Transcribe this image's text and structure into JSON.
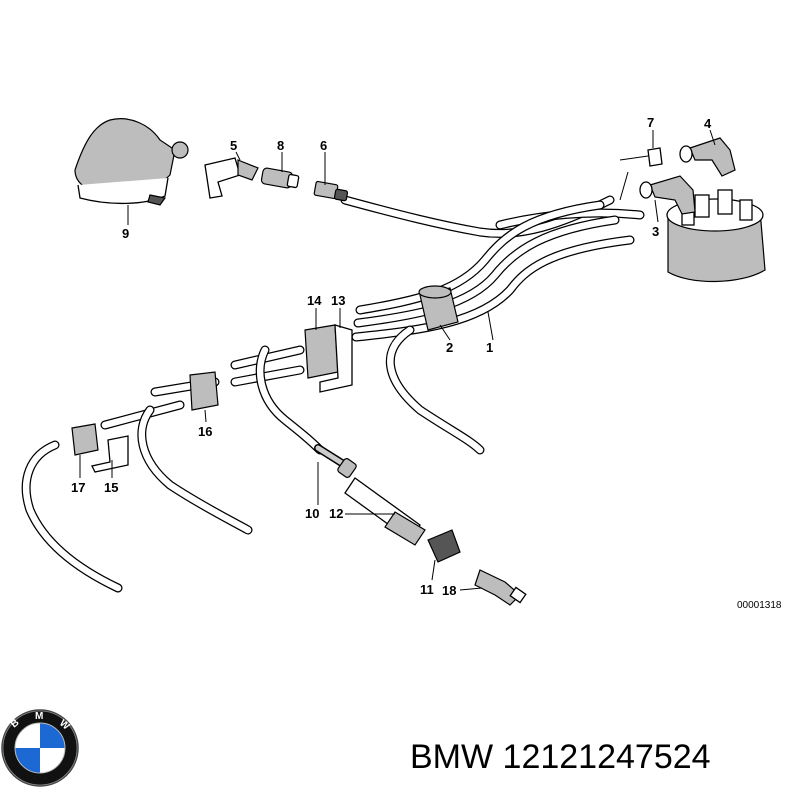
{
  "diagram": {
    "reference_code": "00001318",
    "callouts": [
      "1",
      "2",
      "3",
      "4",
      "5",
      "6",
      "7",
      "8",
      "9",
      "10",
      "11",
      "12",
      "13",
      "14",
      "15",
      "16",
      "17",
      "18"
    ]
  },
  "footer": {
    "brand": "BMW",
    "part_number": "12121247524",
    "logo_letters": "BMW",
    "logo_colors": {
      "ring": "#111111",
      "blue": "#1c69d4",
      "white": "#ffffff"
    }
  }
}
